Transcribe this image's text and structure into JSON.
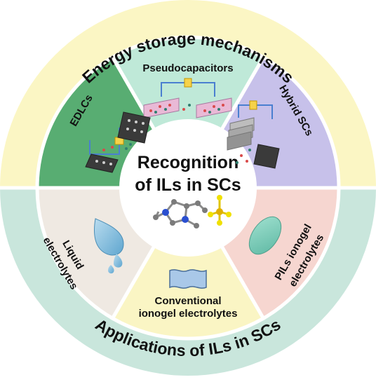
{
  "ring_titles": {
    "top": "Energy storage mechanisms",
    "bottom": "Applications of ILs in SCs"
  },
  "center": {
    "line1": "Recognition",
    "line2": "of ILs in SCs"
  },
  "segments": {
    "edlc": "EDLCs",
    "pseudo": "Pseudocapacitors",
    "hybrid": "Hybrid SCs",
    "liquid_line1": "Liquid",
    "liquid_line2": "electrolytes",
    "conventional_line1": "Conventional",
    "conventional_line2": "ionogel electrolytes",
    "pils_line1": "PILs ionogel",
    "pils_line2": "electrolytes"
  },
  "colors": {
    "outer_top": "#fbf6c4",
    "outer_bottom": "#c9e6dc",
    "edlc": "#58ad72",
    "pseudo": "#bfe9d8",
    "hybrid": "#c7c1ea",
    "liquid": "#efe9e2",
    "conventional": "#faf5c4",
    "pils": "#f6d6d0",
    "center": "#ffffff"
  }
}
